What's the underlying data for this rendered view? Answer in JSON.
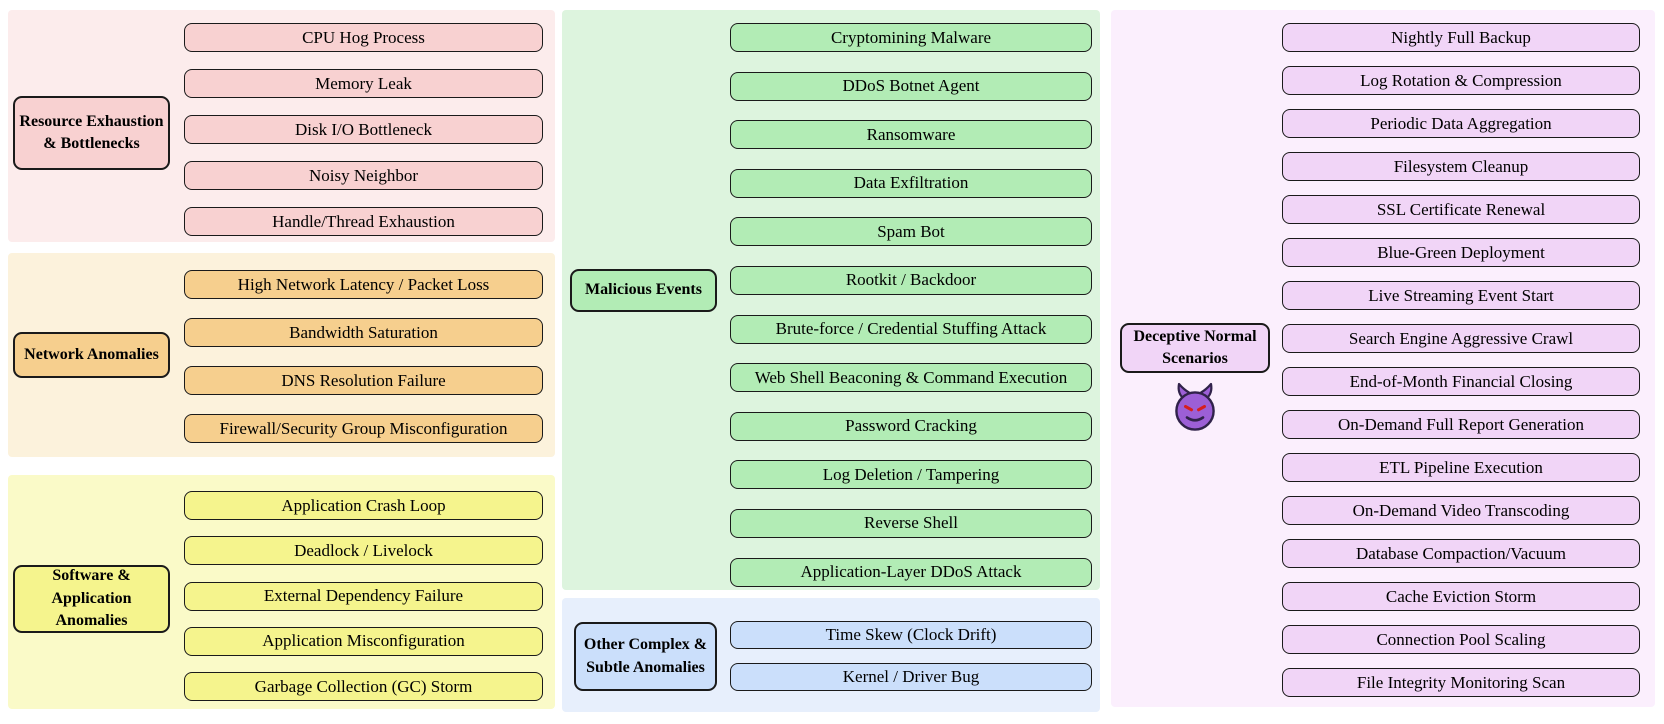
{
  "groups": [
    {
      "label": "Resource Exhaustion & Bottlenecks",
      "bg": "#FCECEC",
      "box_fill": "#F8D1D1",
      "items": [
        "CPU Hog Process",
        "Memory Leak",
        "Disk I/O Bottleneck",
        "Noisy Neighbor",
        "Handle/Thread Exhaustion"
      ]
    },
    {
      "label": "Network Anomalies",
      "bg": "#FCF2DC",
      "box_fill": "#F6CF8E",
      "items": [
        "High Network Latency / Packet Loss",
        "Bandwidth Saturation",
        "DNS Resolution Failure",
        "Firewall/Security Group Misconfiguration"
      ]
    },
    {
      "label": "Software & Application Anomalies",
      "bg": "#FAFAC8",
      "box_fill": "#F5F48D",
      "items": [
        "Application Crash Loop",
        "Deadlock / Livelock",
        "External Dependency Failure",
        "Application Misconfiguration",
        "Garbage Collection (GC) Storm"
      ]
    },
    {
      "label": "Malicious Events",
      "bg": "#DDF4DE",
      "box_fill": "#B2ECB5",
      "items": [
        "Cryptomining Malware",
        "DDoS Botnet Agent",
        "Ransomware",
        "Data Exfiltration",
        "Spam Bot",
        "Rootkit / Backdoor",
        "Brute-force / Credential Stuffing Attack",
        "Web Shell Beaconing & Command Execution",
        "Password Cracking",
        "Log Deletion / Tampering",
        "Reverse Shell",
        "Application-Layer DDoS Attack"
      ]
    },
    {
      "label": "Other Complex & Subtle Anomalies",
      "bg": "#E7EFFC",
      "box_fill": "#CBDFFB",
      "items": [
        "Time Skew (Clock Drift)",
        "Kernel / Driver Bug"
      ]
    },
    {
      "label": "Deceptive Normal Scenarios",
      "bg": "#FBEFFD",
      "box_fill": "#F1D5F7",
      "icon": "smiling-devil-emoji 😈",
      "items": [
        "Nightly Full Backup",
        "Log Rotation & Compression",
        "Periodic Data Aggregation",
        "Filesystem Cleanup",
        "SSL Certificate Renewal",
        "Blue-Green Deployment",
        "Live Streaming Event Start",
        "Search Engine Aggressive Crawl",
        "End-of-Month Financial Closing",
        "On-Demand Full Report Generation",
        "ETL Pipeline Execution",
        "On-Demand Video Transcoding",
        "Database Compaction/Vacuum",
        "Cache Eviction Storm",
        "Connection Pool Scaling",
        "File Integrity Monitoring Scan"
      ]
    }
  ],
  "colors": {
    "border": "#1a1a1a",
    "text": "#000000",
    "devil_face": "#9C5FD6",
    "devil_outline": "#30224A",
    "devil_eyes": "#D61F1F"
  }
}
